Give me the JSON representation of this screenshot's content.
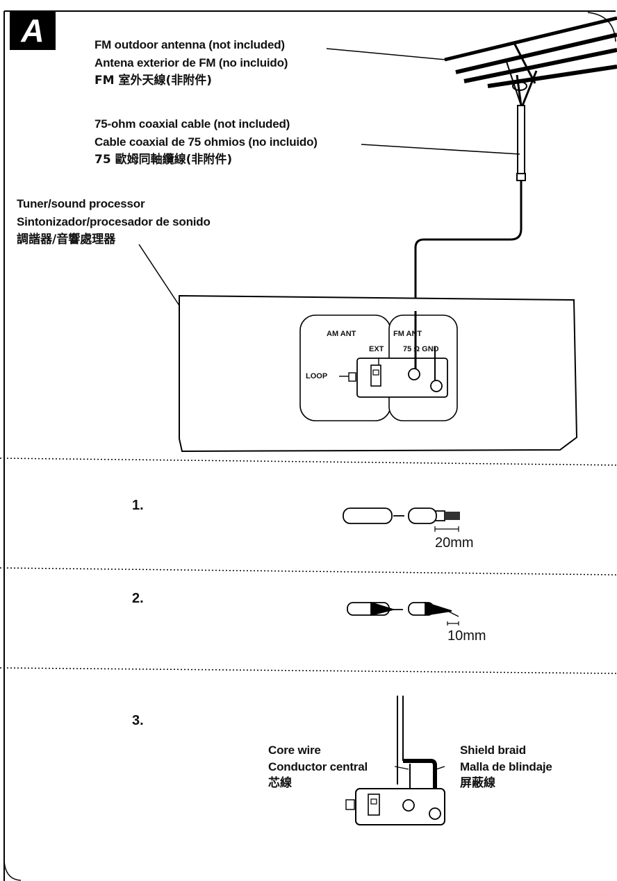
{
  "section_letter": "A",
  "antenna": {
    "label_en": "FM outdoor antenna (not included)",
    "label_es": "Antena exterior de FM (no incluido)",
    "label_zh": "FM 室外天線(非附件)"
  },
  "cable": {
    "label_en": "75-ohm coaxial cable (not included)",
    "label_es": "Cable coaxial de 75 ohmios (no incluido)",
    "label_zh": "75 歐姆同軸纜線(非附件)"
  },
  "unit": {
    "label_en": "Tuner/sound processor",
    "label_es": "Sintonizador/procesador de sonido",
    "label_zh": "調諧器/音響處理器"
  },
  "terminal_panel": {
    "am_ant": "AM ANT",
    "fm_ant": "FM ANT",
    "ext": "EXT",
    "ohm_gnd": "75 Ω GND",
    "loop": "LOOP"
  },
  "steps": [
    {
      "number": "1.",
      "dimension": "20mm"
    },
    {
      "number": "2.",
      "dimension": "10mm"
    },
    {
      "number": "3."
    }
  ],
  "step3": {
    "core_en": "Core wire",
    "core_es": "Conductor central",
    "core_zh": "芯線",
    "shield_en": "Shield braid",
    "shield_es": "Malla de blindaje",
    "shield_zh": "屏蔽線"
  }
}
